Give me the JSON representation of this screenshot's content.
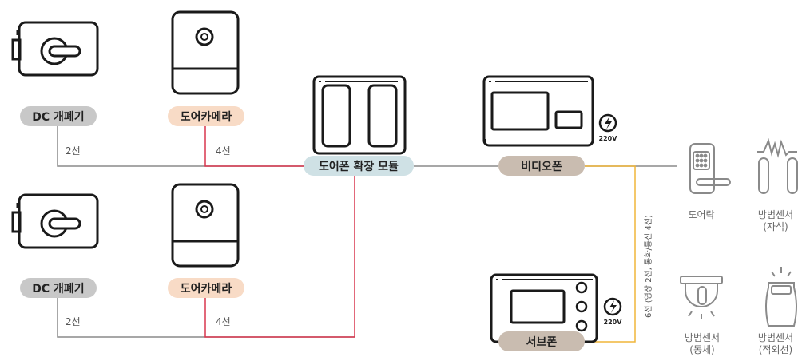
{
  "devices": {
    "dc_opener_1": "DC 개폐기",
    "door_camera_1": "도어카메라",
    "dc_opener_2": "DC 개폐기",
    "door_camera_2": "도어카메라",
    "extension_module": "도어폰 확장 모듈",
    "video_phone": "비디오폰",
    "sub_phone": "서브폰"
  },
  "wires": {
    "opener_1": "2선",
    "camera_1": "4선",
    "opener_2": "2선",
    "camera_2": "4선",
    "sub_phone": "6선 (영상 2선, 통화/통신 4선)"
  },
  "power": {
    "video_phone": "220V",
    "sub_phone": "220V"
  },
  "peripherals": {
    "door_lock": "도어락",
    "magnetic_sensor": [
      "방범센서",
      "(자석)"
    ],
    "motion_sensor": [
      "방범센서",
      "(동체)"
    ],
    "infrared_sensor": [
      "방범센서",
      "(적외선)"
    ]
  },
  "colors": {
    "camera_line": "#d9364f",
    "subphone_line": "#f0b53a",
    "gray_line": "#8a8a8a",
    "stroke": "#1a1a1a"
  }
}
